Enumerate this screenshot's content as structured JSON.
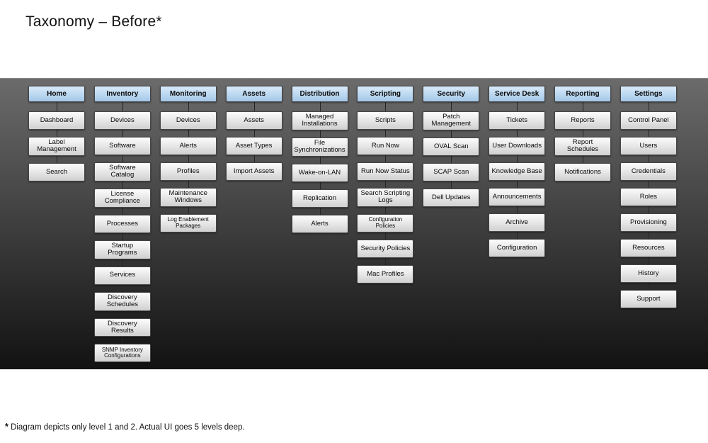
{
  "title": "Taxonomy – Before*",
  "footnote": {
    "marker": "*",
    "text": " Diagram depicts only level 1 and 2. Actual UI goes 5 levels deep."
  },
  "colors": {
    "panel_top": "#6b6b6b",
    "panel_bottom": "#121212",
    "header_top": "#d9ebfa",
    "header_bottom": "#a3c7e8",
    "item_top": "#fdfdfd",
    "item_bottom": "#d0d0d0"
  },
  "columns": [
    {
      "header": "Home",
      "items": [
        "Dashboard",
        "Label Management",
        "Search"
      ]
    },
    {
      "header": "Inventory",
      "items": [
        "Devices",
        "Software",
        "Software Catalog",
        "License Compliance",
        "Processes",
        "Startup Programs",
        "Services",
        "Discovery Schedules",
        "Discovery Results",
        "SNMP Inventory Configurations"
      ]
    },
    {
      "header": "Monitoring",
      "items": [
        "Devices",
        "Alerts",
        "Profiles",
        "Maintenance Windows",
        "Log Enablement Packages"
      ]
    },
    {
      "header": "Assets",
      "items": [
        "Assets",
        "Asset Types",
        "Import Assets"
      ]
    },
    {
      "header": "Distribution",
      "items": [
        "Managed Installations",
        "File Synchronizations",
        "Wake-on-LAN",
        "Replication",
        "Alerts"
      ]
    },
    {
      "header": "Scripting",
      "items": [
        "Scripts",
        "Run Now",
        "Run Now Status",
        "Search Scripting Logs",
        "Configuration Policies",
        "Security Policies",
        "Mac Profiles"
      ]
    },
    {
      "header": "Security",
      "items": [
        "Patch Management",
        "OVAL Scan",
        "SCAP Scan",
        "Dell Updates"
      ]
    },
    {
      "header": "Service Desk",
      "items": [
        "Tickets",
        "User Downloads",
        "Knowledge Base",
        "Announcements",
        "Archive",
        "Configuration"
      ]
    },
    {
      "header": "Reporting",
      "items": [
        "Reports",
        "Report Schedules",
        "Notifications"
      ]
    },
    {
      "header": "Settings",
      "items": [
        "Control Panel",
        "Users",
        "Credentials",
        "Roles",
        "Provisioning",
        "Resources",
        "History",
        "Support"
      ]
    }
  ]
}
